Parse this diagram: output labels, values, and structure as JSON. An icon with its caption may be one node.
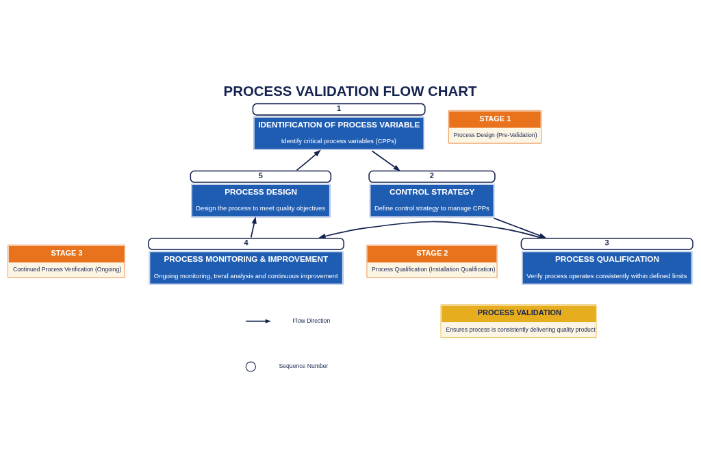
{
  "diagram": {
    "title": "PROCESS VALIDATION FLOW CHART",
    "nodes": [
      {
        "text": [
          "IDENTIFICATION OF PROCESS VARIABLE",
          "Identify critical process variables (CPPs)"
        ],
        "beside": [
          "1"
        ]
      },
      {
        "text": [
          "STAGE 1",
          "Process Design (Pre-Validation)"
        ]
      },
      {
        "text": [
          "PROCESS DESIGN",
          "Design the process to meet quality objectives"
        ],
        "beside": [
          "5"
        ]
      },
      {
        "text": [
          "CONTROL STRATEGY",
          "Define control strategy to manage CPPs"
        ],
        "beside": [
          "2"
        ]
      },
      {
        "text": [
          "STAGE 3",
          "Continued Process Verification (Ongoing)"
        ]
      },
      {
        "text": [
          "STAGE 2",
          "Process Qualification (Installation Qualification)"
        ]
      },
      {
        "text": [
          "PROCESS MONITORING & IMPROVEMENT",
          "Ongoing monitoring, trend analysis and continuous improvement"
        ],
        "beside": [
          "4"
        ]
      },
      {
        "text": [
          "PROCESS QUALIFICATION",
          "Verify process operates consistently within defined limits"
        ],
        "beside": [
          "3"
        ]
      },
      {
        "text": [
          "PROCESS VALIDATION",
          "Ensures process is consistently delivering quality product"
        ]
      }
    ],
    "edges": [
      {
        "from": 0,
        "to": 3,
        "arrow": "to"
      },
      {
        "from": 3,
        "to": 7,
        "arrow": "to"
      },
      {
        "from": 7,
        "to": 6,
        "arrow": "to"
      },
      {
        "from": 6,
        "to": 2,
        "arrow": "to"
      },
      {
        "from": 2,
        "to": 0,
        "arrow": "to"
      }
    ],
    "legend": [
      {
        "text": "Flow Direction"
      },
      {
        "text": "Sequence Number"
      }
    ]
  }
}
